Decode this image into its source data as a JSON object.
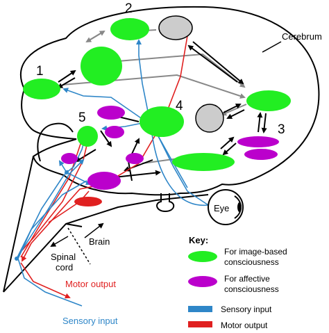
{
  "labels": {
    "cerebrum": "Cerebrum",
    "eye": "Eye",
    "brain": "Brain",
    "spinal_1": "Spinal",
    "spinal_2": "cord",
    "motor_output": "Motor output",
    "sensory_input": "Sensory input"
  },
  "region_numbers": {
    "r1": "1",
    "r2": "2",
    "r3": "3",
    "r4": "4",
    "r5": "5"
  },
  "key": {
    "title": "Key:",
    "green_1": "For image-based",
    "green_2": "consciousness",
    "purple_1": "For affective",
    "purple_2": "consciousness",
    "blue": "Sensory input",
    "red": "Motor output"
  },
  "colors": {
    "image_based": "#22ee22",
    "affective": "#bb00cc",
    "sensory": "#2e86c8",
    "motor": "#e02020",
    "relay": "#888888",
    "gray_node": "#cccccc"
  }
}
